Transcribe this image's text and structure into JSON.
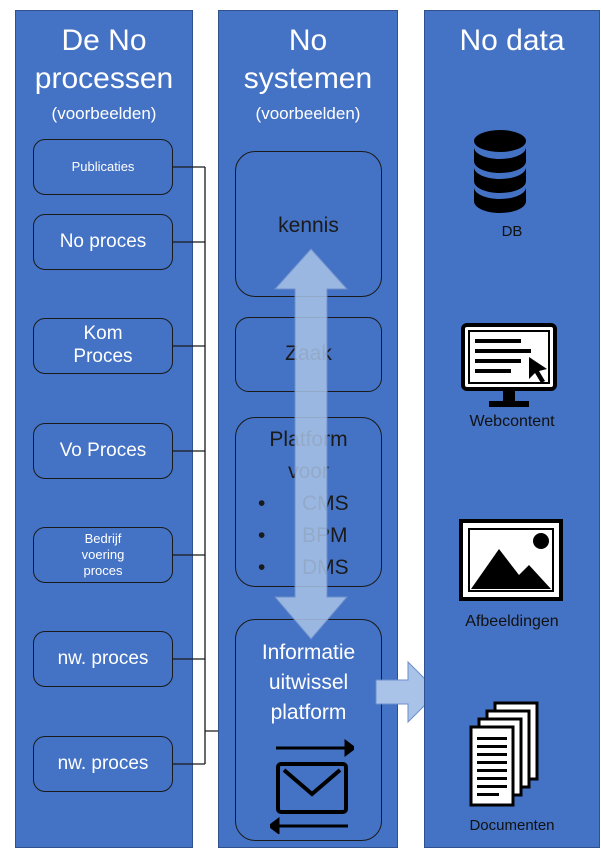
{
  "columns": {
    "processes": {
      "title_line1": "De No",
      "title_line2": "processen",
      "subtitle": "(voorbeelden)",
      "items": [
        {
          "line1": "Publicaties",
          "line2": "",
          "line3": ""
        },
        {
          "line1": "No proces",
          "line2": "",
          "line3": ""
        },
        {
          "line1": "Kom",
          "line2": "Proces",
          "line3": ""
        },
        {
          "line1": "Vo Proces",
          "line2": "",
          "line3": ""
        },
        {
          "line1": "Bedrijf",
          "line2": "voering",
          "line3": "proces"
        },
        {
          "line1": "nw. proces",
          "line2": "",
          "line3": ""
        },
        {
          "line1": "nw. proces",
          "line2": "",
          "line3": ""
        }
      ]
    },
    "systems": {
      "title_line1": "No",
      "title_line2": "systemen",
      "subtitle": "(voorbeelden)",
      "kennis": "kennis",
      "zaak": "Zaak",
      "platform_line1": "Platform",
      "platform_line2": "voor",
      "platform_items": [
        "CMS",
        "BPM",
        "DMS"
      ],
      "bullet_symbol": "•",
      "exchange_line1": "Informatie",
      "exchange_line2": "uitwissel",
      "exchange_line3": "platform"
    },
    "data": {
      "title": "No data",
      "items": [
        "DB",
        "Webcontent",
        "Afbeeldingen",
        "Documenten"
      ]
    }
  },
  "colors": {
    "column_fill": "#4472c4",
    "arrow_fill": "#a9c3e8",
    "outline": "#1a1a1a"
  }
}
